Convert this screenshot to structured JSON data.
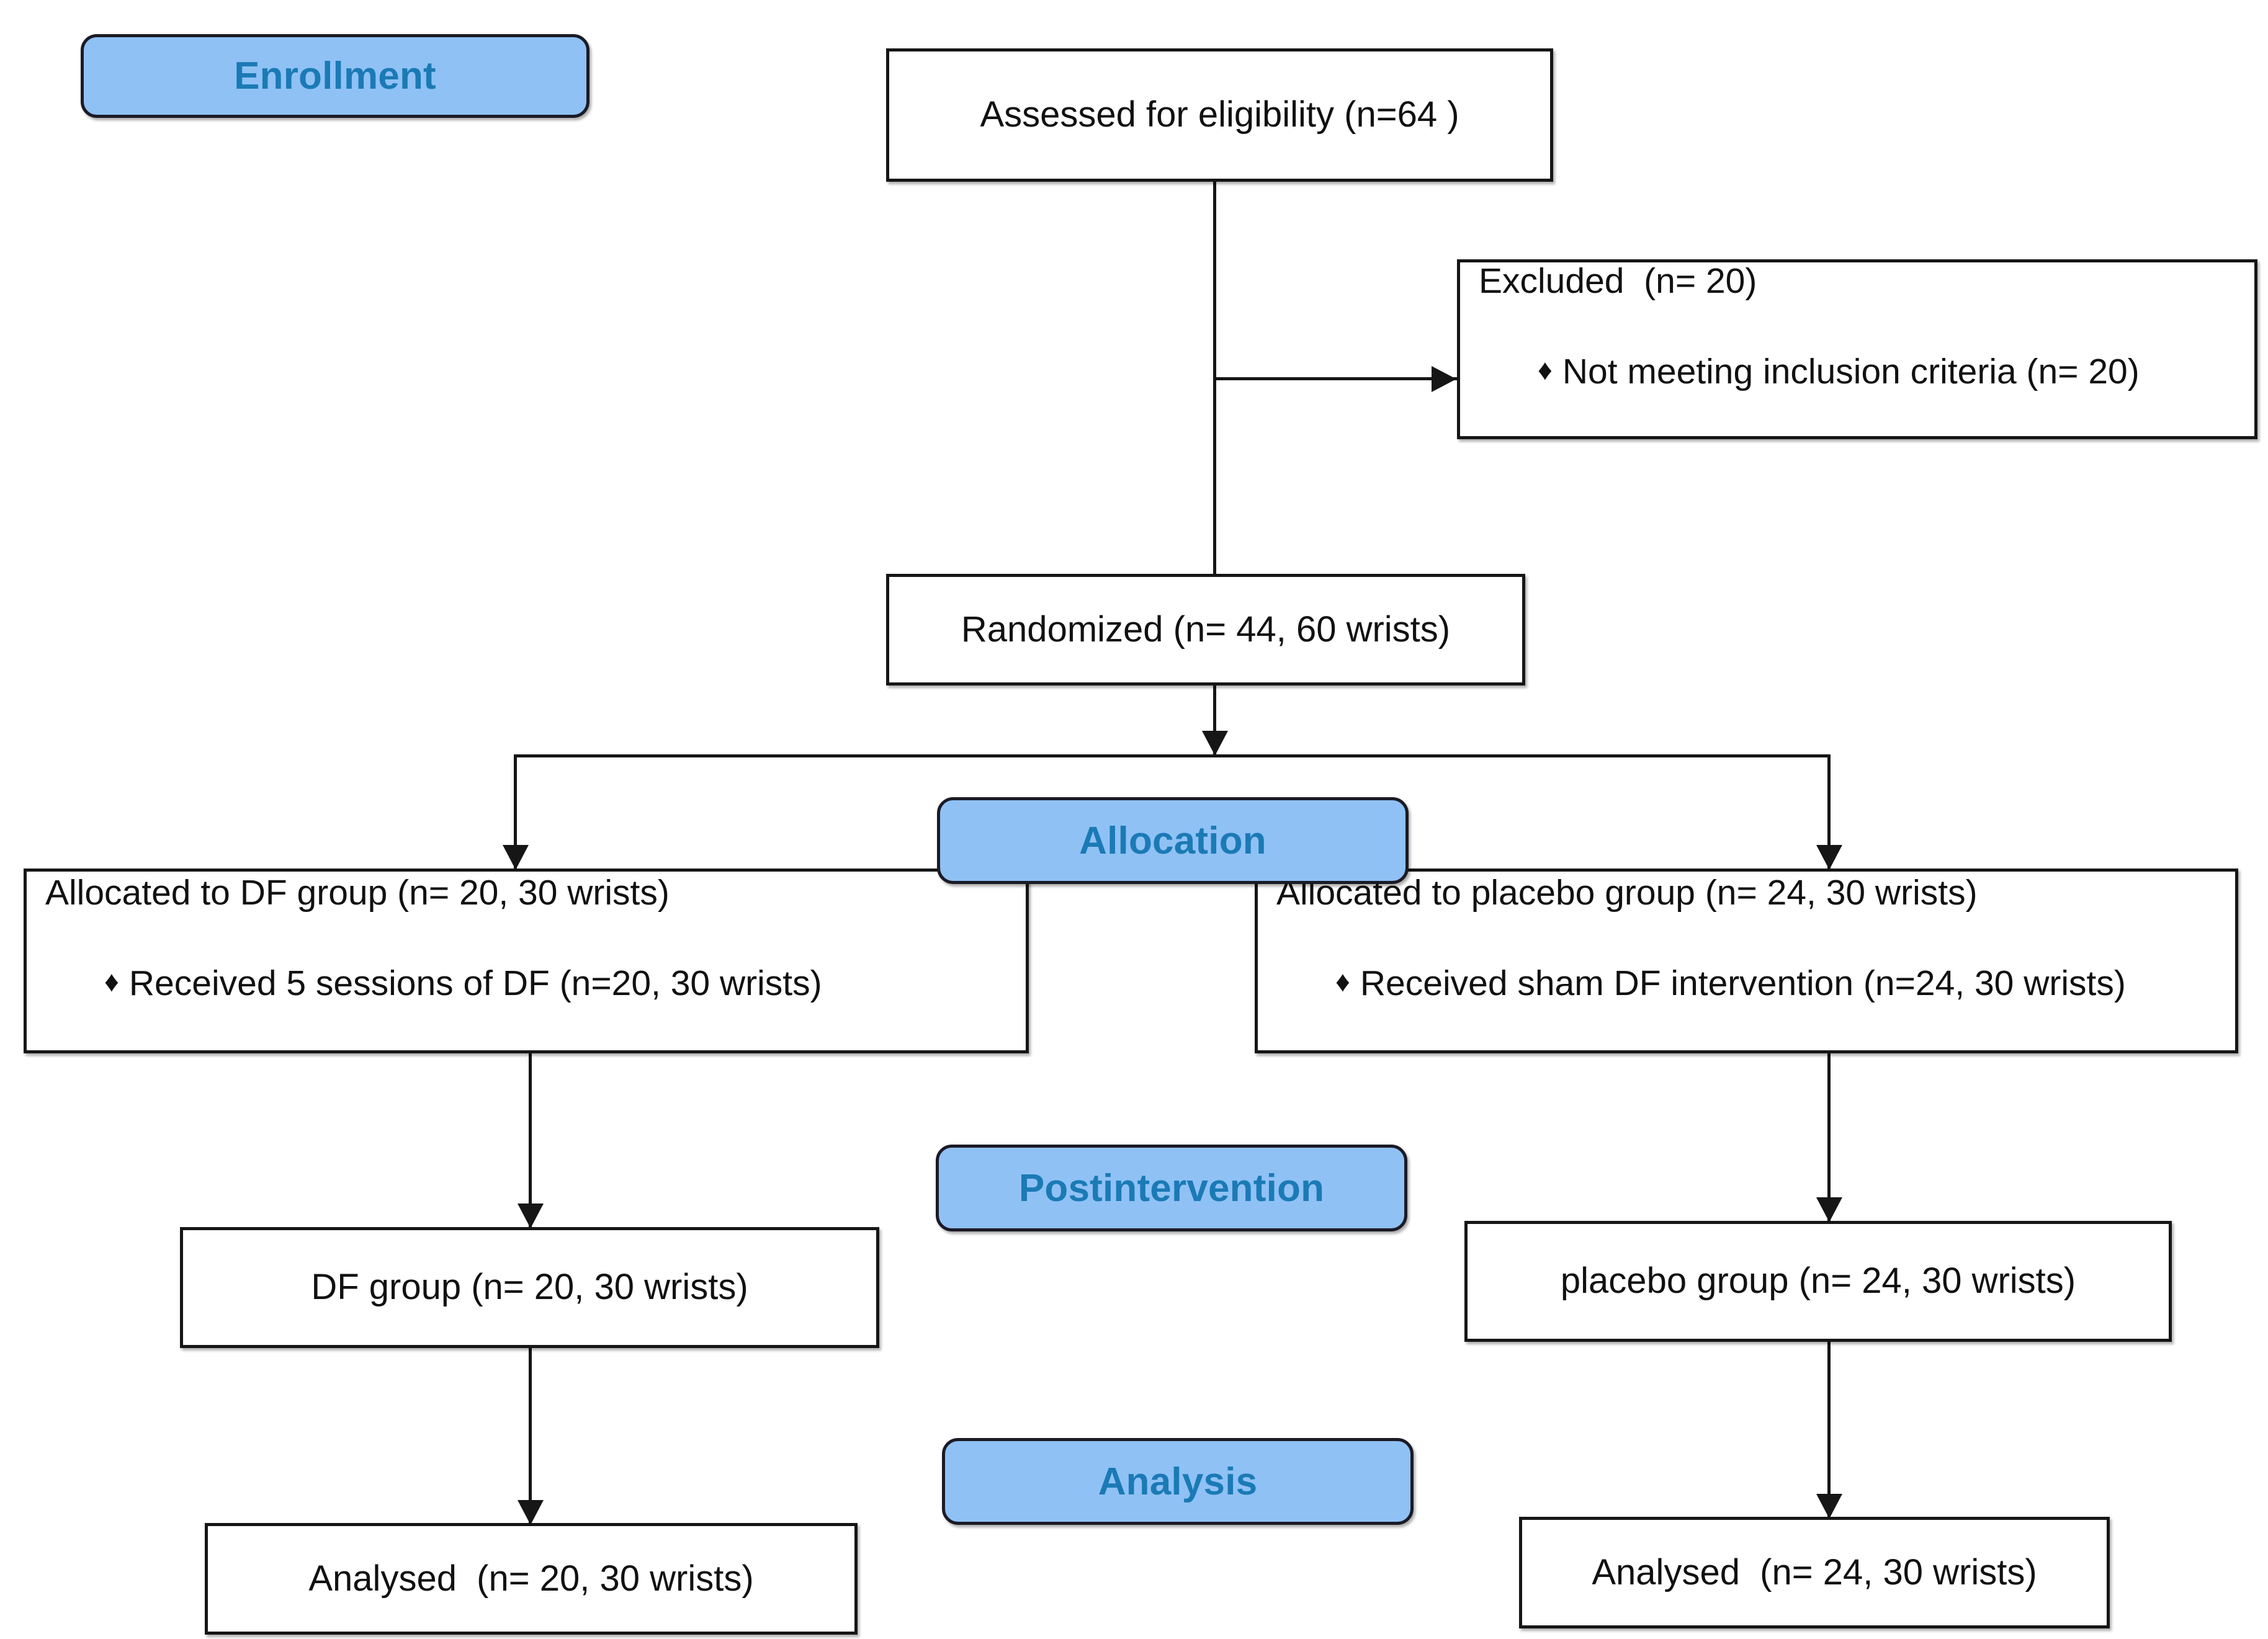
{
  "diagram": {
    "title": "CONSORT participant flow diagram",
    "colors": {
      "badge_fill": "#8fc1f5",
      "badge_text": "#1b7ab5",
      "box_border": "#161616",
      "box_fill": "#ffffff",
      "connector": "#161616"
    },
    "bullet_glyph": "♦"
  },
  "stages": {
    "enrollment": "Enrollment",
    "allocation": "Allocation",
    "postintervention": "Postintervention",
    "analysis": "Analysis"
  },
  "boxes": {
    "assessed": {
      "line1": "Assessed for eligibility (n=64 )"
    },
    "excluded": {
      "line1": "Excluded  (n= 20)",
      "line2": "Not meeting inclusion criteria (n= 20)"
    },
    "randomized": {
      "line1": "Randomized (n= 44, 60 wrists)"
    },
    "alloc_df": {
      "line1": "Allocated to DF group (n= 20, 30 wrists)",
      "line2": "Received 5 sessions of DF (n=20, 30 wrists)"
    },
    "alloc_placebo": {
      "line1": "Allocated to placebo group (n= 24, 30 wrists)",
      "line2": "Received sham DF intervention (n=24, 30 wrists)"
    },
    "post_df": {
      "line1": "DF group (n= 20, 30 wrists)"
    },
    "post_placebo": {
      "line1": "placebo group (n= 24, 30 wrists)"
    },
    "analysed_df": {
      "line1": "Analysed  (n= 20, 30 wrists)"
    },
    "analysed_placebo": {
      "line1": "Analysed  (n= 24, 30 wrists)"
    }
  }
}
